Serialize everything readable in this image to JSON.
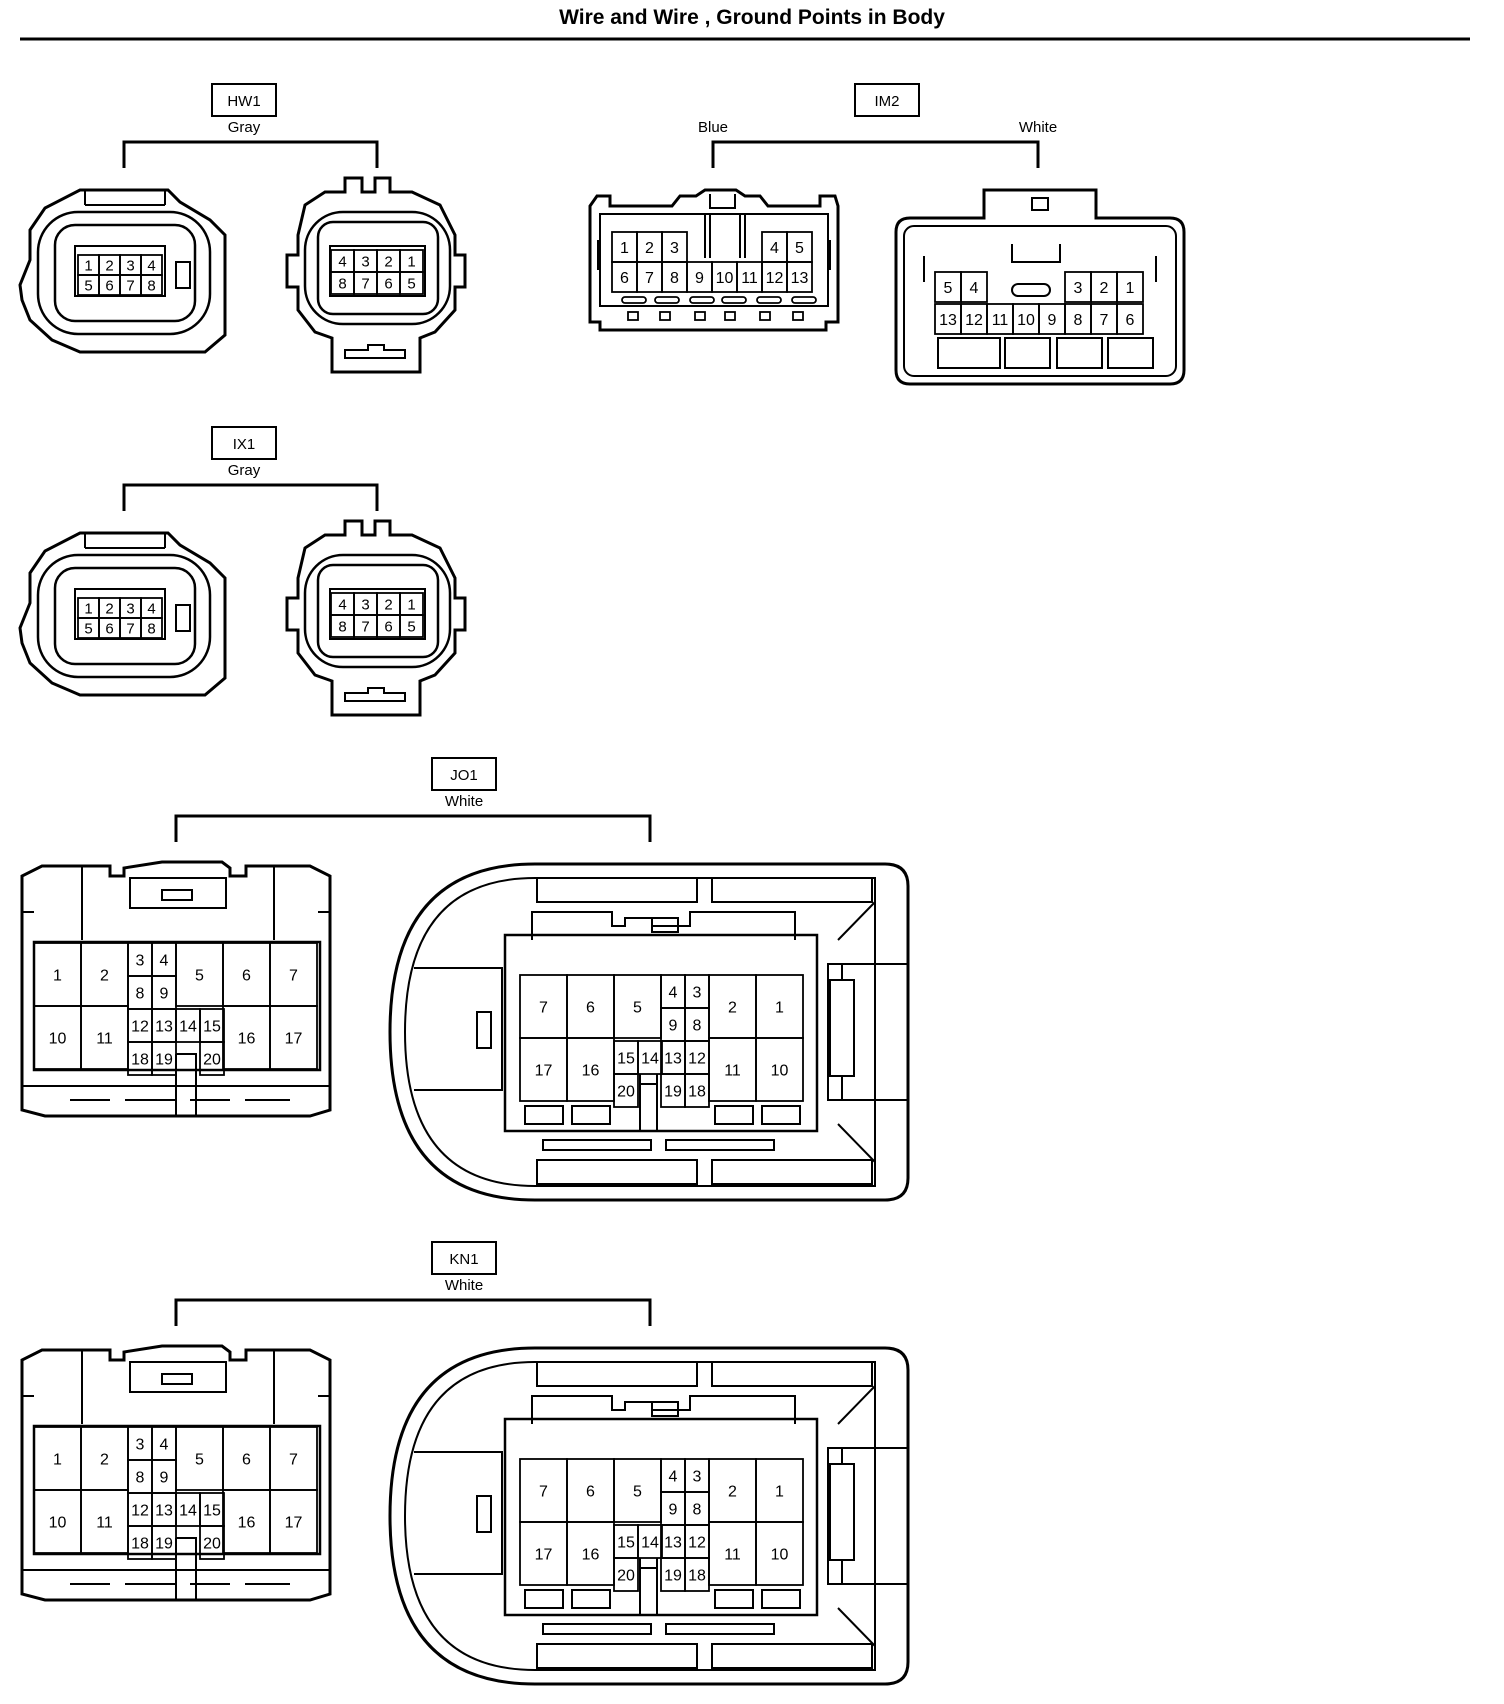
{
  "page": {
    "title": "Wire and Wire , Ground Points in Body"
  },
  "connectors": {
    "hw1": {
      "code": "HW1",
      "color_label": "Gray",
      "female_rows": [
        [
          "1",
          "2",
          "3",
          "4"
        ],
        [
          "5",
          "6",
          "7",
          "8"
        ]
      ],
      "male_rows": [
        [
          "4",
          "3",
          "2",
          "1"
        ],
        [
          "8",
          "7",
          "6",
          "5"
        ]
      ]
    },
    "im2": {
      "code": "IM2",
      "left_color": "Blue",
      "right_color": "White",
      "left_top": [
        "1",
        "2",
        "3",
        "4",
        "5"
      ],
      "left_bottom": [
        "6",
        "7",
        "8",
        "9",
        "10",
        "11",
        "12",
        "13"
      ],
      "right_top": [
        "5",
        "4",
        "3",
        "2",
        "1"
      ],
      "right_bottom": [
        "13",
        "12",
        "11",
        "10",
        "9",
        "8",
        "7",
        "6"
      ]
    },
    "ix1": {
      "code": "IX1",
      "color_label": "Gray",
      "female_rows": [
        [
          "1",
          "2",
          "3",
          "4"
        ],
        [
          "5",
          "6",
          "7",
          "8"
        ]
      ],
      "male_rows": [
        [
          "4",
          "3",
          "2",
          "1"
        ],
        [
          "8",
          "7",
          "6",
          "5"
        ]
      ]
    },
    "jo1": {
      "code": "JO1",
      "color_label": "White",
      "left_pins": [
        "1",
        "2",
        "3",
        "4",
        "5",
        "6",
        "7",
        "8",
        "9",
        "10",
        "11",
        "12",
        "13",
        "14",
        "15",
        "16",
        "17",
        "18",
        "19",
        "20"
      ],
      "right_pins": [
        "7",
        "6",
        "5",
        "4",
        "3",
        "2",
        "1",
        "9",
        "8",
        "17",
        "16",
        "15",
        "14",
        "13",
        "12",
        "11",
        "10",
        "20",
        "19",
        "18"
      ]
    },
    "kn1": {
      "code": "KN1",
      "color_label": "White",
      "left_pins": [
        "1",
        "2",
        "3",
        "4",
        "5",
        "6",
        "7",
        "8",
        "9",
        "10",
        "11",
        "12",
        "13",
        "14",
        "15",
        "16",
        "17",
        "18",
        "19",
        "20"
      ],
      "right_pins": [
        "7",
        "6",
        "5",
        "4",
        "3",
        "2",
        "1",
        "9",
        "8",
        "17",
        "16",
        "15",
        "14",
        "13",
        "12",
        "11",
        "10",
        "20",
        "19",
        "18"
      ]
    }
  }
}
